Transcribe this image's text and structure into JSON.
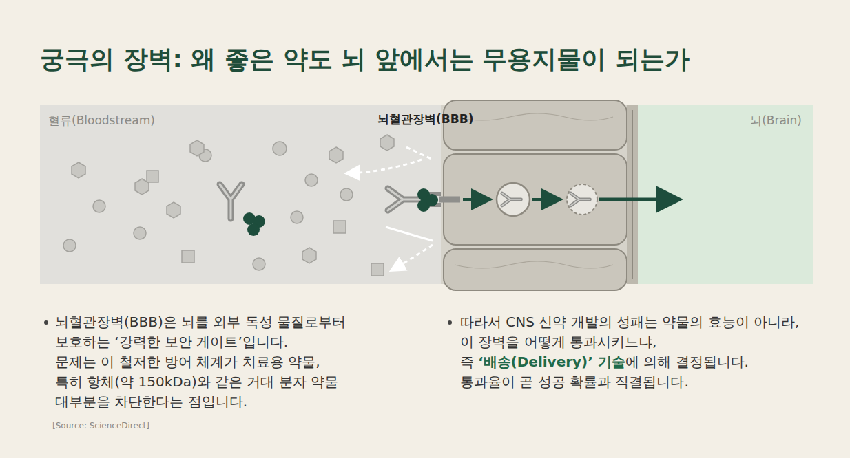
{
  "diagram": {
    "title": "궁극의 장벽: 왜 좋은 약도 뇌 앞에서는 무용지물이 되는가",
    "nodes": [
      {
        "text": [
          "혈류(Bloodstream)"
        ]
      },
      {
        "text": [
          "뇌(Brain)"
        ]
      }
    ],
    "labels": [
      "뇌혈관장벽(BBB)",
      "뇌혈관장벽(BBB)은 뇌를 외부 독성 물질로부터",
      "보호하는 ‘강력한 보안 게이트’입니다.",
      "문제는 이 철저한 방어 체계가 치료용 약물,",
      "특히 항체(약 150kDa)와 같은 거대 분자 약물",
      "대부분을 차단한다는 점입니다.",
      "[Source: ScienceDirect]",
      "따라서 CNS 신약 개발의 성패는 약물의 효능이 아니라,",
      "이 장벽을 어떻게 통과시키느냐,",
      "즉",
      "‘배송(Delivery)’ 기술",
      "에 의해 결정됩니다.",
      "통과율이 곧 성공 확률과 직결됩니다."
    ]
  }
}
